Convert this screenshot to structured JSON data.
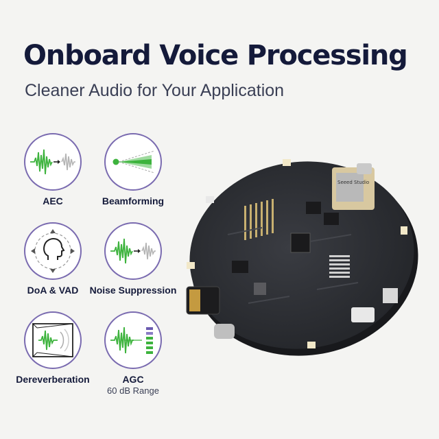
{
  "headline": "Onboard Voice Processing",
  "subheadline": "Cleaner Audio for Your Application",
  "features": [
    {
      "label": "AEC",
      "icon": "echo-cancel-waveform-icon"
    },
    {
      "label": "Beamforming",
      "icon": "beamforming-cone-icon"
    },
    {
      "label": "DoA & VAD",
      "icon": "head-direction-icon"
    },
    {
      "label": "Noise Suppression",
      "icon": "noise-suppression-waveform-icon"
    },
    {
      "label": "Dereverberation",
      "icon": "dereverberation-room-icon"
    },
    {
      "label": "AGC",
      "sublabel": "60 dB Range",
      "icon": "agc-level-meter-icon"
    }
  ],
  "board": {
    "module_text": "Seeed Studio"
  },
  "colors": {
    "accent_green": "#3db33d",
    "circle_border": "#7a6bb0",
    "title": "#141a3a",
    "pcb": "#2c2e33"
  }
}
